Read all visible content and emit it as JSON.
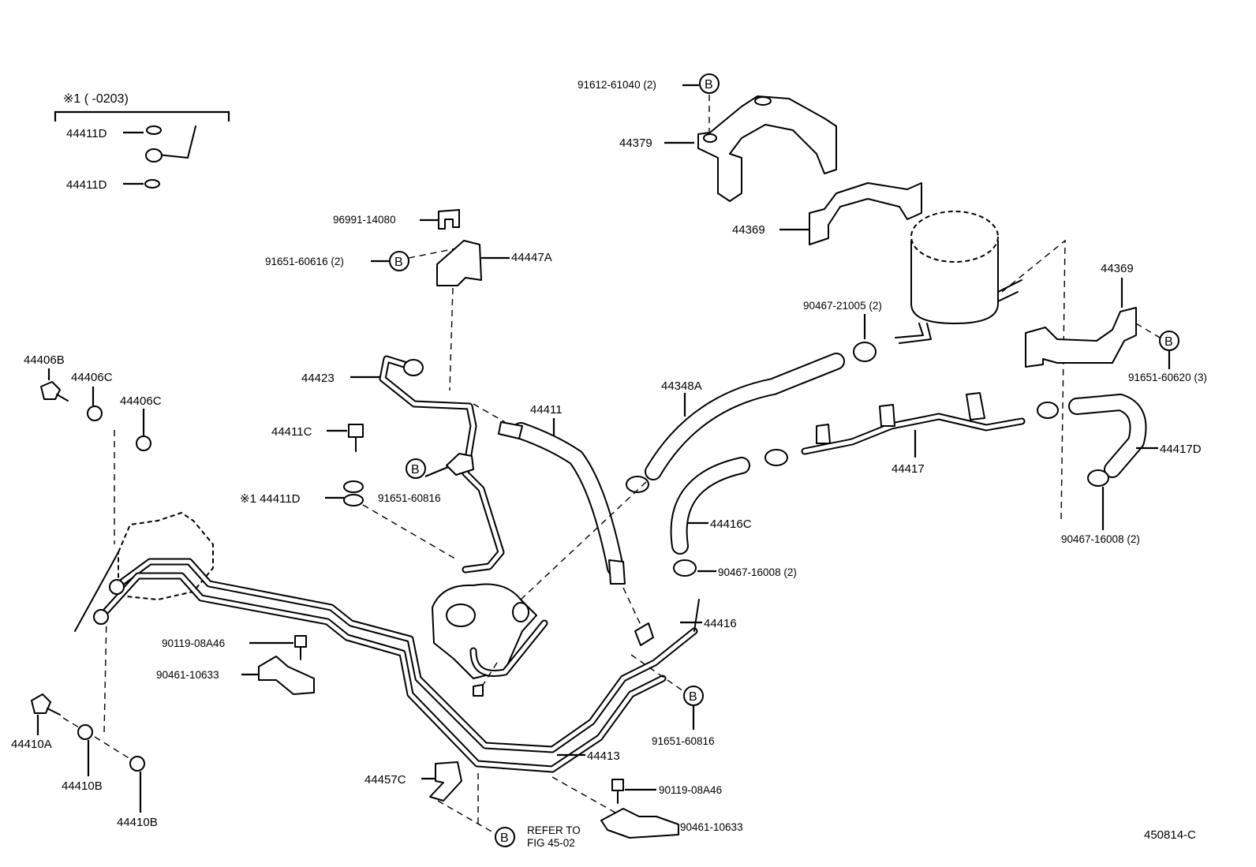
{
  "diagram_id": "450814-C",
  "note": {
    "title": "※1 (      -0203)",
    "parts": [
      "44411D",
      "44411D"
    ]
  },
  "bolt_symbol": "B",
  "refer_note": [
    "REFER TO",
    "FIG 45-02"
  ],
  "labels": {
    "p_91612_61040": "91612-61040 (2)",
    "p_44379": "44379",
    "p_44369_top": "44369",
    "p_44369_right": "44369",
    "p_96991_14080": "96991-14080",
    "p_91651_60616": "91651-60616 (2)",
    "p_44447A": "44447A",
    "p_90467_21005": "90467-21005 (2)",
    "p_91651_60620": "91651-60620 (3)",
    "p_44348A": "44348A",
    "p_44423": "44423",
    "p_44411": "44411",
    "p_44411C": "44411C",
    "p_44411D_mark": "※1 44411D",
    "p_91651_60816_a": "91651-60816",
    "p_44417": "44417",
    "p_44417D": "44417D",
    "p_44416C": "44416C",
    "p_90467_16008_a": "90467-16008 (2)",
    "p_90467_16008_b": "90467-16008 (2)",
    "p_44406B": "44406B",
    "p_44406C_a": "44406C",
    "p_44406C_b": "44406C",
    "p_44416": "44416",
    "p_90119_08A46_a": "90119-08A46",
    "p_90461_10633_a": "90461-10633",
    "p_91651_60816_b": "91651-60816",
    "p_44413": "44413",
    "p_44410A": "44410A",
    "p_44410B_a": "44410B",
    "p_44410B_b": "44410B",
    "p_44457C": "44457C",
    "p_90119_08A46_b": "90119-08A46",
    "p_90461_10633_b": "90461-10633"
  }
}
